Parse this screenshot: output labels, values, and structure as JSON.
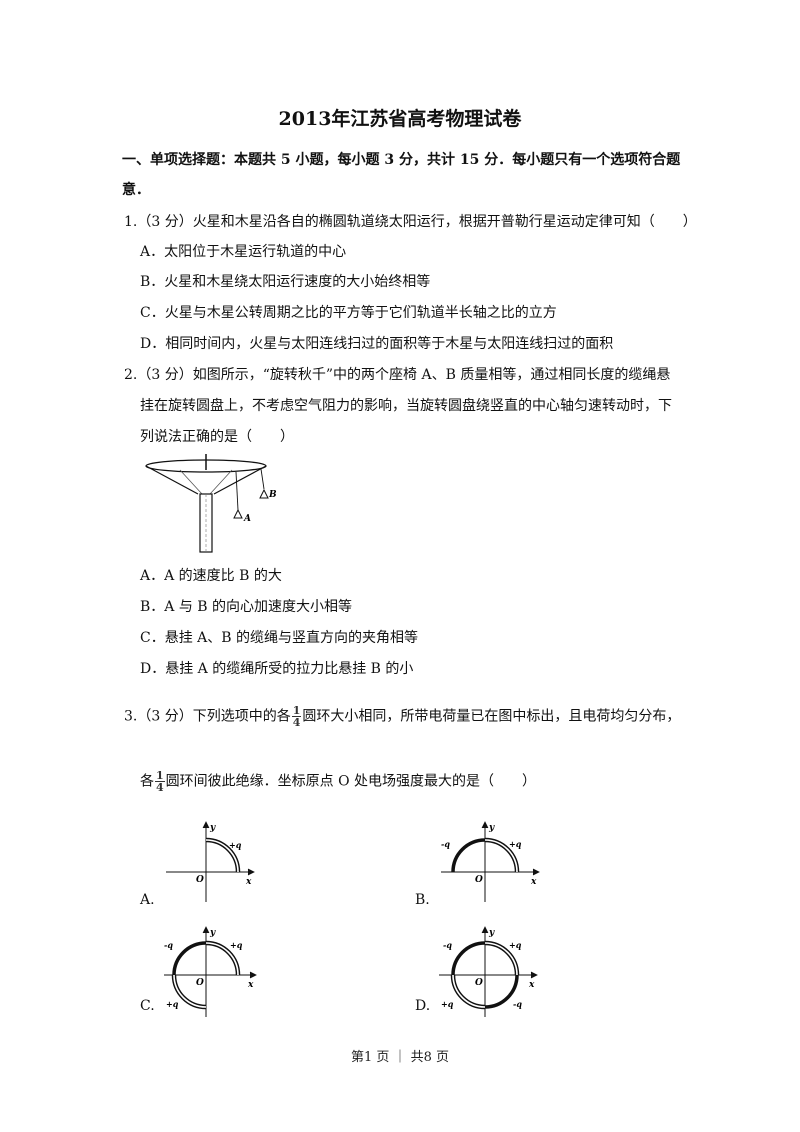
{
  "title": "2013年江苏省高考物理试卷",
  "section1": {
    "line1": "一、单项选择题：本题共 5 小题，每小题 3 分，共计 15 分．每小题只有一个选项符合题",
    "line2": "意．"
  },
  "q1": {
    "stem": "1.（3 分）火星和木星沿各自的椭圆轨道绕太阳运行，根据开普勒行星运动定律可知（　　）",
    "options": [
      "A．太阳位于木星运行轨道的中心",
      "B．火星和木星绕太阳运行速度的大小始终相等",
      "C．火星与木星公转周期之比的平方等于它们轨道半长轴之比的立方",
      "D．相同时间内，火星与太阳连线扫过的面积等于木星与太阳连线扫过的面积"
    ]
  },
  "q2": {
    "stem_lines": [
      "2.（3 分）如图所示，“旋转秋千”中的两个座椅 A、B 质量相等，通过相同长度的缆绳悬",
      "挂在旋转圆盘上，不考虑空气阻力的影响，当旋转圆盘绕竖直的中心轴匀速转动时，下",
      "列说法正确的是（　　）"
    ],
    "figure_labels": {
      "a": "A",
      "b": "B"
    },
    "options": [
      "A．A 的速度比 B 的大",
      "B．A 与 B 的向心加速度大小相等",
      "C．悬挂 A、B 的缆绳与竖直方向的夹角相等",
      "D．悬挂 A 的缆绳所受的拉力比悬挂 B 的小"
    ]
  },
  "q3": {
    "line1_pre": "3.（3 分）下列选项中的各",
    "line1_post": "圆环大小相同，所带电荷量已在图中标出，且电荷均匀分布，",
    "line2_pre": "各",
    "line2_post": "圆环间彼此绝缘．坐标原点 O 处电场强度最大的是（　　）",
    "fraction": {
      "numerator": "1",
      "denominator": "4"
    },
    "axes": {
      "x": "x",
      "y": "y",
      "origin": "O"
    },
    "charges": {
      "pos": "+q",
      "neg": "-q"
    },
    "option_letters": [
      "A.",
      "B.",
      "C.",
      "D."
    ]
  },
  "footer": "第1 页 ｜ 共8 页"
}
